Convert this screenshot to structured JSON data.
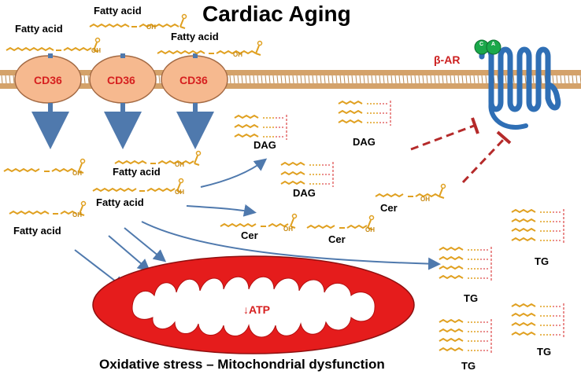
{
  "title": "Cardiac Aging",
  "labels": {
    "fatty_acid": "Fatty acid",
    "cd36": "CD36",
    "beta_ar": "β-AR",
    "dag": "DAG",
    "cer": "Cer",
    "tg": "TG",
    "atp": "↓ATP",
    "oh": "OH",
    "c": "C",
    "a": "A",
    "bottom": "Oxidative stress – Mitochondrial dysfunction"
  },
  "colors": {
    "membrane": "#d4a26a",
    "cd36_fill": "#f6b98f",
    "cd36_text": "#d61f1f",
    "receptor": "#2f6fb5",
    "g_protein": "#1aa84a",
    "arrow": "#4f79ad",
    "inhibit": "#b52a2a",
    "lipid": "#e0a020",
    "mito": "#e51c1c"
  }
}
